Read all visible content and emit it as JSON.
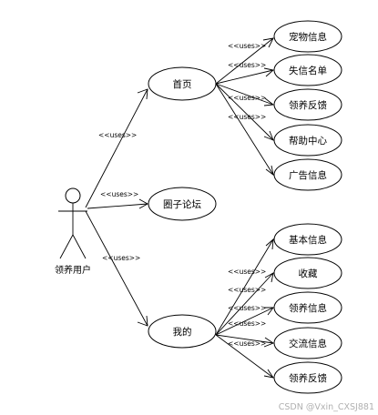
{
  "actor": {
    "label": "领养用户"
  },
  "relation_label": "<<uses>>",
  "primary_use_cases": [
    {
      "id": "home",
      "label": "首页"
    },
    {
      "id": "forum",
      "label": "圈子论坛"
    },
    {
      "id": "mine",
      "label": "我的"
    }
  ],
  "home_children": [
    {
      "label": "宠物信息"
    },
    {
      "label": "失信名单"
    },
    {
      "label": "领养反馈"
    },
    {
      "label": "帮助中心"
    },
    {
      "label": "广告信息"
    }
  ],
  "mine_children": [
    {
      "label": "基本信息"
    },
    {
      "label": "收藏"
    },
    {
      "label": "领养信息"
    },
    {
      "label": "交流信息"
    },
    {
      "label": "领养反馈"
    }
  ],
  "watermark": "CSDN @Vxin_CXSJ881"
}
